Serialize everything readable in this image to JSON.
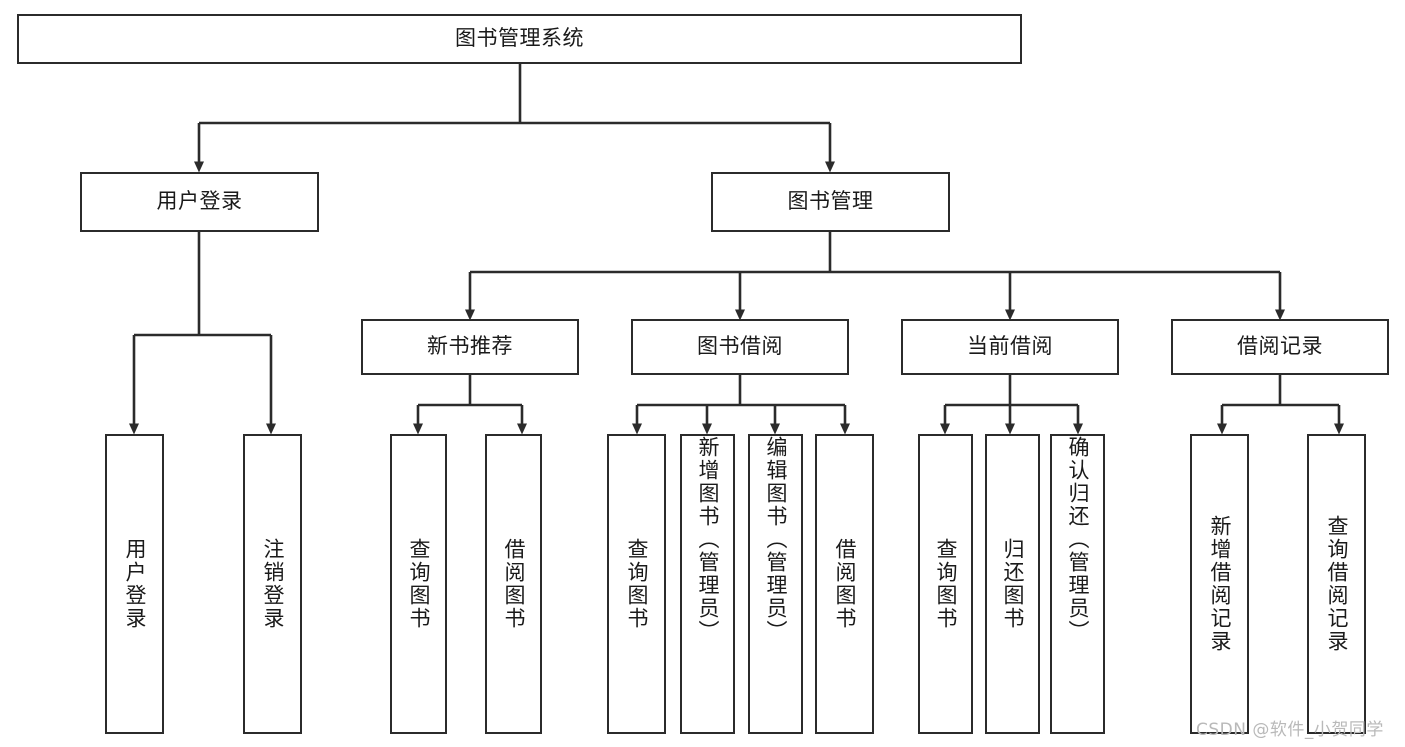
{
  "diagram": {
    "type": "tree-hierarchy",
    "title": "图书管理系统",
    "watermark": "CSDN @软件_小贺同学",
    "colors": {
      "box_border": "#2b2b2b",
      "connector": "#2b2b2b",
      "background": "#ffffff",
      "text": "#1a1a1a",
      "watermark": "#b9b9b9"
    },
    "levels": {
      "root": {
        "label": "图书管理系统"
      },
      "level1": [
        {
          "id": "user-login",
          "label": "用户登录"
        },
        {
          "id": "book-management",
          "label": "图书管理"
        }
      ],
      "level2": [
        {
          "id": "new-book-recommend",
          "label": "新书推荐",
          "parent": "book-management"
        },
        {
          "id": "book-borrow",
          "label": "图书借阅",
          "parent": "book-management"
        },
        {
          "id": "current-borrow",
          "label": "当前借阅",
          "parent": "book-management"
        },
        {
          "id": "borrow-record",
          "label": "借阅记录",
          "parent": "book-management"
        }
      ],
      "leaves": [
        {
          "id": "leaf-user-login",
          "label": "用户登录",
          "parent": "user-login"
        },
        {
          "id": "leaf-logout",
          "label": "注销登录",
          "parent": "user-login"
        },
        {
          "id": "leaf-query-book-1",
          "label": "查询图书",
          "parent": "new-book-recommend"
        },
        {
          "id": "leaf-borrow-book-1",
          "label": "借阅图书",
          "parent": "new-book-recommend"
        },
        {
          "id": "leaf-query-book-2",
          "label": "查询图书",
          "parent": "book-borrow"
        },
        {
          "id": "leaf-add-book",
          "label": "新增图书（管理员）",
          "parent": "book-borrow"
        },
        {
          "id": "leaf-edit-book",
          "label": "编辑图书（管理员）",
          "parent": "book-borrow"
        },
        {
          "id": "leaf-borrow-book-2",
          "label": "借阅图书",
          "parent": "book-borrow"
        },
        {
          "id": "leaf-query-book-3",
          "label": "查询图书",
          "parent": "current-borrow"
        },
        {
          "id": "leaf-return-book",
          "label": "归还图书",
          "parent": "current-borrow"
        },
        {
          "id": "leaf-confirm-return",
          "label": "确认归还（管理员）",
          "parent": "current-borrow"
        },
        {
          "id": "leaf-add-record",
          "label": "新增借阅记录",
          "parent": "borrow-record"
        },
        {
          "id": "leaf-query-record",
          "label": "查询借阅记录",
          "parent": "borrow-record"
        }
      ]
    }
  }
}
